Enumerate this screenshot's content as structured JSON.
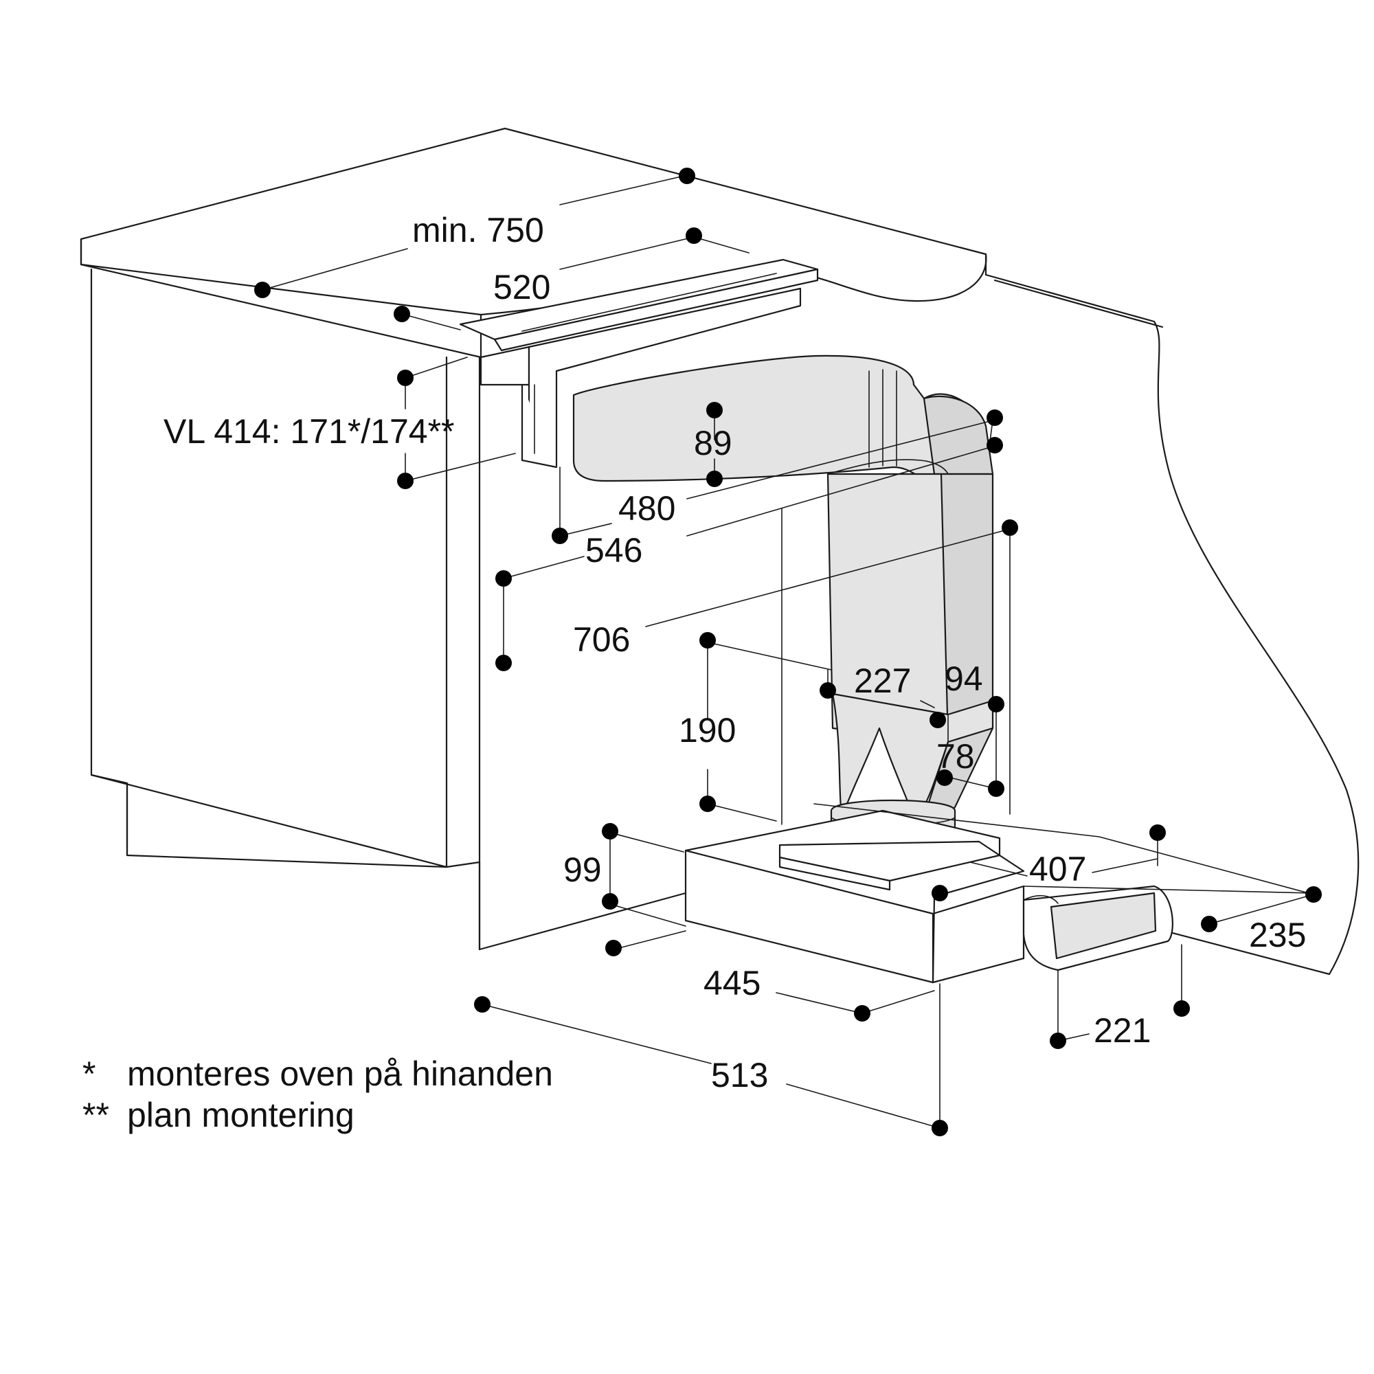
{
  "dimensions": {
    "min_750": "min. 750",
    "d520": "520",
    "vl414": "VL 414: 171*/174**",
    "d89": "89",
    "d480": "480",
    "d546": "546",
    "d706": "706",
    "d227": "227",
    "d94": "94",
    "d190": "190",
    "d78": "78",
    "d99": "99",
    "d407": "407",
    "d235": "235",
    "d445": "445",
    "d221": "221",
    "d513": "513"
  },
  "notes": [
    {
      "mark": "*",
      "text": "monteres oven på hinanden"
    },
    {
      "mark": "**",
      "text": "plan montering"
    }
  ]
}
